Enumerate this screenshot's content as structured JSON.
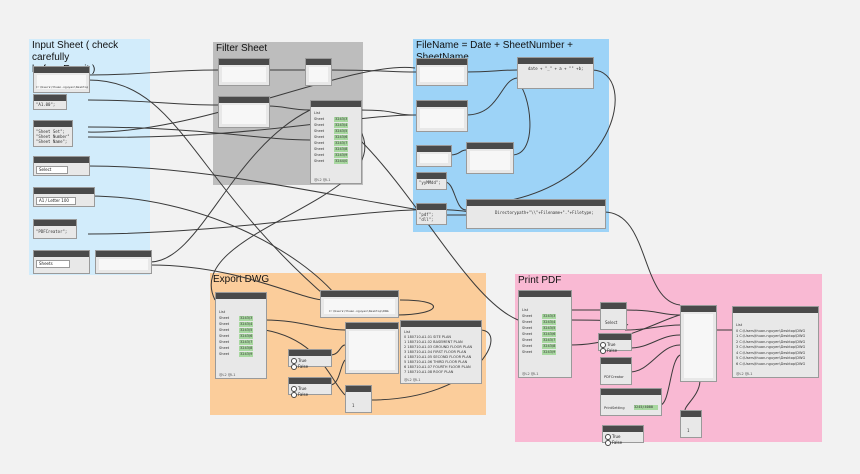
{
  "groups": {
    "input": {
      "title": "Input Sheet ( check carefully\nbefore Run it )",
      "color": "#d2ecfb"
    },
    "filter": {
      "title": "Filter Sheet",
      "color": "#bdbdbd"
    },
    "filename": {
      "title": "FileName = Date + SheetNumber + SheetName",
      "color": "#9dd3f7"
    },
    "export": {
      "title": "Export DWG",
      "color": "#fbcd9b"
    },
    "print": {
      "title": "Print PDF",
      "color": "#f9b9d3"
    }
  },
  "nodes": {
    "path_value": "C:\\Users\\thuan.nguyen\\Desktop\\DWG",
    "sheet_no_code": "\"A1.00\";",
    "sheet_params_code": "\"Sheet Set\";\n\"Sheet Number\";\n\"Sheet Name\";",
    "sheet_dropdown": "Select",
    "size_dropdown": "A1 / Letter 100",
    "pdf_creator_code": "\"PDFCreator\";",
    "sheets_dropdown": "Sheets",
    "date_code": "date + \"_\" + a + \"\" +b;",
    "date_fmt_code": "\"yyMMdd\";",
    "filetype_code": "\"pdf\";\n\"dll\";",
    "directory_code": "Directorypath+\"\\\\\"+Filename+\".\"+Filetype;",
    "export_path": "C:\\Users\\thuan.nguyen\\Desktop\\DWG",
    "select_label": "Select",
    "pdf_creator_label": "PDFCreator",
    "print_setting_label": "PrintSetting",
    "print_setting_value": "3245/4000",
    "number_one": "1"
  },
  "filter_list": {
    "header": "List",
    "footer": "@L2 @L1",
    "items": [
      {
        "label": "Sheet",
        "tag": "3243/3"
      },
      {
        "label": "Sheet",
        "tag": "3243/4"
      },
      {
        "label": "Sheet",
        "tag": "3243/5"
      },
      {
        "label": "Sheet",
        "tag": "3243/6"
      },
      {
        "label": "Sheet",
        "tag": "3243/7"
      },
      {
        "label": "Sheet",
        "tag": "3243/8"
      },
      {
        "label": "Sheet",
        "tag": "3243/9"
      },
      {
        "label": "Sheet",
        "tag": "3244/0"
      }
    ]
  },
  "export_list": {
    "header": "List",
    "footer": "@L2 @L1",
    "items": [
      {
        "label": "Sheet",
        "tag": "3243/3"
      },
      {
        "label": "Sheet",
        "tag": "3243/4"
      },
      {
        "label": "Sheet",
        "tag": "3243/5"
      },
      {
        "label": "Sheet",
        "tag": "3243/6"
      },
      {
        "label": "Sheet",
        "tag": "3243/7"
      },
      {
        "label": "Sheet",
        "tag": "3243/8"
      },
      {
        "label": "Sheet",
        "tag": "3243/9"
      }
    ]
  },
  "export_names": {
    "header": "List",
    "footer": "@L2 @L1",
    "items": [
      "0 180710-A1.01 SITE PLAN",
      "1 180710-A1.02 BASEMENT PLAN",
      "2 180710-A1.03 GROUND FLOOR PLAN",
      "3 180710-A1.04 FIRST FLOOR PLAN",
      "4 180710-A1.05 SECOND FLOOR PLAN",
      "5 180710-A1.06 THIRD FLOOR PLAN",
      "6 180710-A1.07 FOURTH FLOOR PLAN",
      "7 180710-A1.08 ROOF PLAN"
    ]
  },
  "print_list": {
    "header": "List",
    "footer": "@L2 @L1",
    "items": [
      {
        "label": "Sheet",
        "tag": "3243/3"
      },
      {
        "label": "Sheet",
        "tag": "3243/4"
      },
      {
        "label": "Sheet",
        "tag": "3243/5"
      },
      {
        "label": "Sheet",
        "tag": "3243/6"
      },
      {
        "label": "Sheet",
        "tag": "3243/7"
      },
      {
        "label": "Sheet",
        "tag": "3243/8"
      },
      {
        "label": "Sheet",
        "tag": "3243/9"
      }
    ]
  },
  "print_paths": {
    "header": "List",
    "footer": "@L2 @L1",
    "items": [
      "0 C:\\Users\\thuan.nguyen\\Desktop\\DWG",
      "1 C:\\Users\\thuan.nguyen\\Desktop\\DWG",
      "2 C:\\Users\\thuan.nguyen\\Desktop\\DWG",
      "3 C:\\Users\\thuan.nguyen\\Desktop\\DWG",
      "4 C:\\Users\\thuan.nguyen\\Desktop\\DWG",
      "5 C:\\Users\\thuan.nguyen\\Desktop\\DWG",
      "6 C:\\Users\\thuan.nguyen\\Desktop\\DWG"
    ]
  },
  "toggles": {
    "true_label": "True",
    "false_label": "False"
  },
  "colors": {
    "wire": "#3a3a3a",
    "node_header": "#4a4a4a",
    "tag": "#a8d8a0"
  }
}
